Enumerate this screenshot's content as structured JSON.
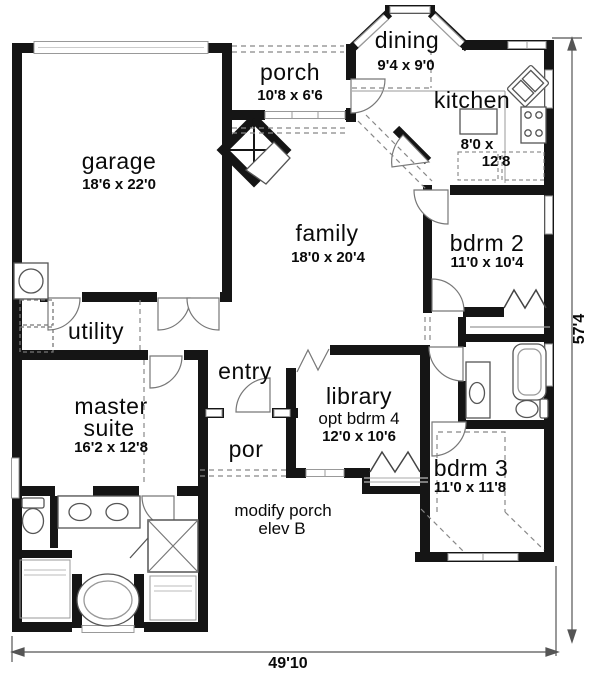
{
  "rooms": {
    "dining": {
      "name": "dining",
      "size": "9'4 x 9'0"
    },
    "porch": {
      "name": "porch",
      "size": "10'8 x 6'6"
    },
    "kitchen": {
      "name": "kitchen",
      "size_line1": "8'0 x",
      "size_line2": "12'8"
    },
    "garage": {
      "name": "garage",
      "size": "18'6 x 22'0"
    },
    "family": {
      "name": "family",
      "size": "18'0 x 20'4"
    },
    "bdrm2": {
      "name": "bdrm 2",
      "size": "11'0 x 10'4"
    },
    "utility": {
      "name": "utility"
    },
    "entry": {
      "name": "entry"
    },
    "master": {
      "name_line1": "master",
      "name_line2": "suite",
      "size": "16'2 x 12'8"
    },
    "por": {
      "name": "por"
    },
    "library": {
      "name": "library",
      "alt": "opt bdrm 4",
      "size": "12'0 x 10'6"
    },
    "bdrm3": {
      "name": "bdrm 3",
      "size": "11'0 x 11'8"
    }
  },
  "notes": {
    "porch_mod_line1": "modify porch",
    "porch_mod_line2": "elev B"
  },
  "overall": {
    "width": "49'10",
    "depth": "57'4"
  },
  "colors": {
    "wall": "#151515",
    "line": "#555555",
    "background": "#ffffff"
  }
}
